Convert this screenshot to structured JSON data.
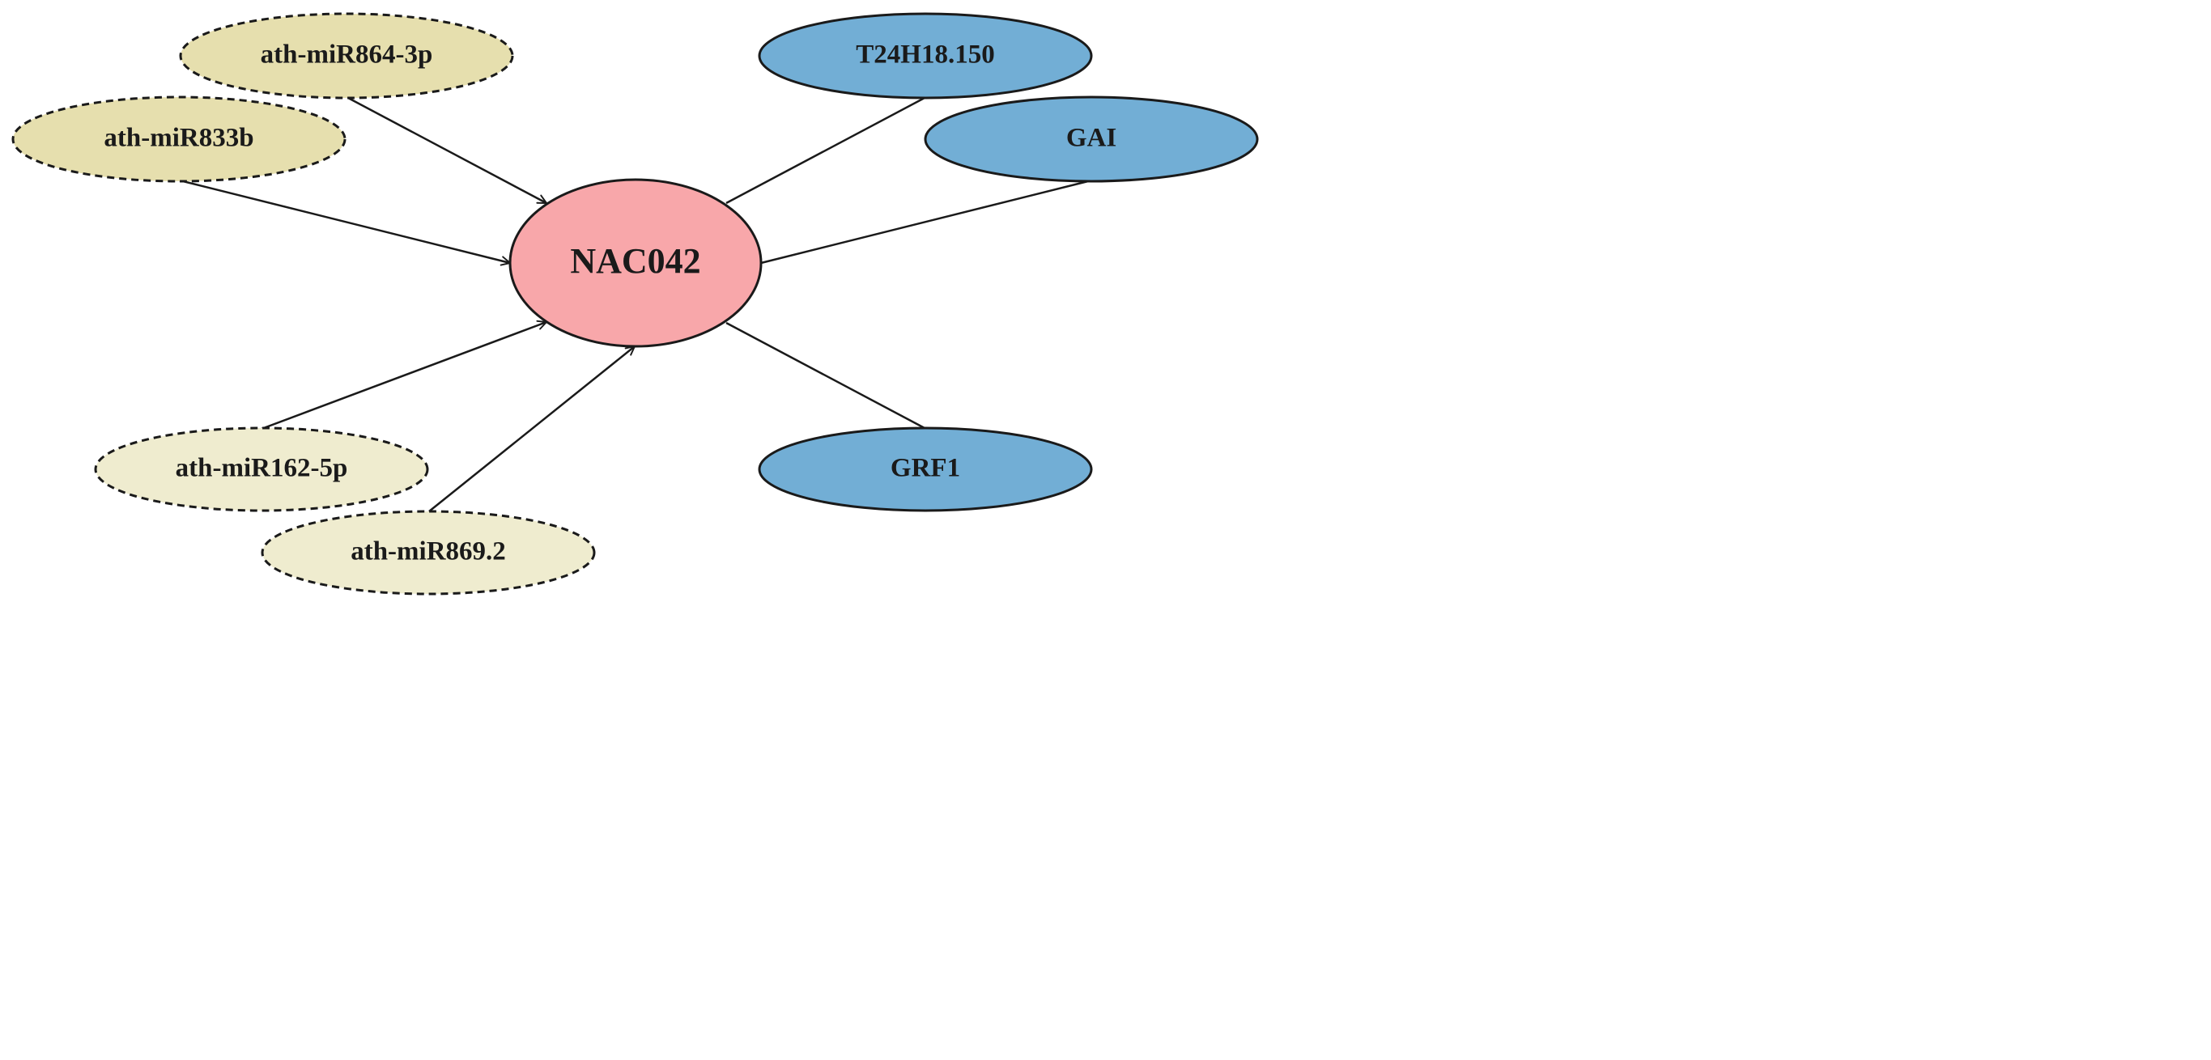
{
  "center": {
    "label": "NAC042",
    "color": "#f8a7aa"
  },
  "mirnas": [
    {
      "id": "mir864",
      "label": "ath-miR864-3p",
      "color": "#e6dfae"
    },
    {
      "id": "mir833b",
      "label": "ath-miR833b",
      "color": "#e6dfae"
    },
    {
      "id": "mir162",
      "label": "ath-miR162-5p",
      "color": "#efeccf"
    },
    {
      "id": "mir869",
      "label": "ath-miR869.2",
      "color": "#efeccf"
    }
  ],
  "genes": [
    {
      "id": "t24h18",
      "label": "T24H18.150",
      "color": "#72aed5"
    },
    {
      "id": "gai",
      "label": "GAI",
      "color": "#72aed5"
    },
    {
      "id": "grf1",
      "label": "GRF1",
      "color": "#72aed5"
    }
  ],
  "edges": [
    {
      "from": "mir864",
      "to": "center",
      "directed": true
    },
    {
      "from": "mir833b",
      "to": "center",
      "directed": true
    },
    {
      "from": "mir162",
      "to": "center",
      "directed": true
    },
    {
      "from": "mir869",
      "to": "center",
      "directed": true
    },
    {
      "from": "center",
      "to": "t24h18",
      "directed": false
    },
    {
      "from": "center",
      "to": "gai",
      "directed": false
    },
    {
      "from": "center",
      "to": "grf1",
      "directed": false
    }
  ]
}
